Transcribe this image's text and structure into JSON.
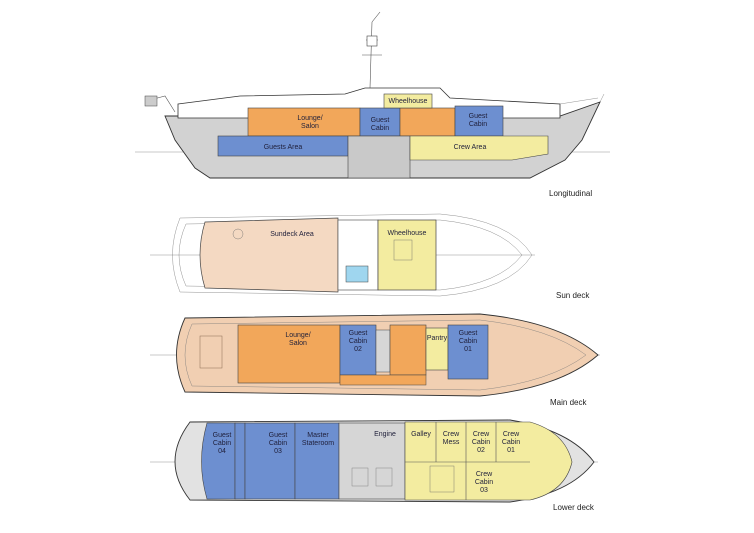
{
  "views": {
    "longitudinal": "Longitudinal",
    "sun_deck": "Sun deck",
    "main_deck": "Main deck",
    "lower_deck": "Lower deck"
  },
  "rooms": {
    "long_lounge": [
      "Lounge/",
      "Salon"
    ],
    "long_guest_cabin_a": [
      "Guest",
      "Cabin"
    ],
    "long_guest_cabin_b": [
      "Guest",
      "Cabin"
    ],
    "long_wheelhouse": [
      "Wheelhouse"
    ],
    "long_guests_area": [
      "Guests Area"
    ],
    "long_crew_area": [
      "Crew Area"
    ],
    "sun_sundeck_area": [
      "Sundeck Area"
    ],
    "sun_wheelhouse": [
      "Wheelhouse"
    ],
    "main_lounge": [
      "Lounge/",
      "Salon"
    ],
    "main_guest_cabin_02": [
      "Guest",
      "Cabin",
      "02"
    ],
    "main_pantry": [
      "Pantry"
    ],
    "main_guest_cabin_01": [
      "Guest",
      "Cabin",
      "01"
    ],
    "lower_guest_cabin_04": [
      "Guest",
      "Cabin",
      "04"
    ],
    "lower_guest_cabin_03": [
      "Guest",
      "Cabin",
      "03"
    ],
    "lower_master": [
      "Master",
      "Stateroom"
    ],
    "lower_engine": [
      "Engine"
    ],
    "lower_galley": [
      "Galley"
    ],
    "lower_crew_mess": [
      "Crew",
      "Mess"
    ],
    "lower_crew_cabin_02": [
      "Crew",
      "Cabin",
      "02"
    ],
    "lower_crew_cabin_01": [
      "Crew",
      "Cabin",
      "01"
    ],
    "lower_crew_cabin_03": [
      "Crew",
      "Cabin",
      "03"
    ]
  },
  "colors": {
    "lounge_orange": "#f2a75a",
    "guest_blue": "#6d8fd0",
    "crew_yellow": "#f3eca0",
    "main_deck_tan": "#f1cfb2",
    "sun_deck_tan": "#f4d9c2",
    "engine_grey": "#d6d6d6",
    "outline": "#333333"
  }
}
